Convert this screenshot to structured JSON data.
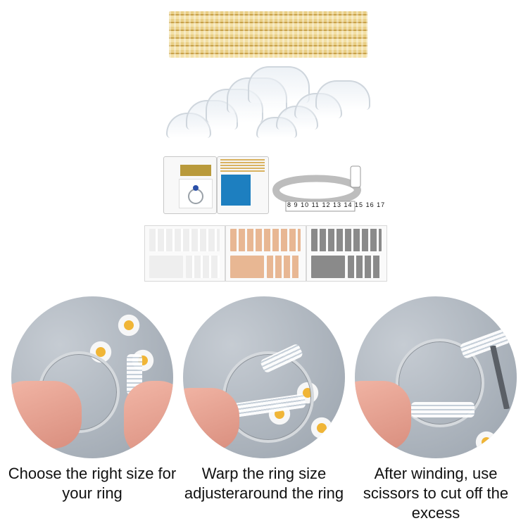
{
  "captions": {
    "step1": "Choose the right size for your ring",
    "step2": "Warp the ring size adjusteraround the ring",
    "step3": "After winding, use scissors to cut off the excess"
  },
  "sizer": {
    "numbers": [
      "8",
      "9",
      "10",
      "11",
      "12",
      "13",
      "14",
      "15",
      "16",
      "17"
    ]
  },
  "colors": {
    "gold": "#d7b560",
    "blue_cloth": "#1d7fc0",
    "beige_pad": "#e8b793",
    "gray_pad": "#8a8a8a",
    "white_pad": "#f2f2f2"
  }
}
